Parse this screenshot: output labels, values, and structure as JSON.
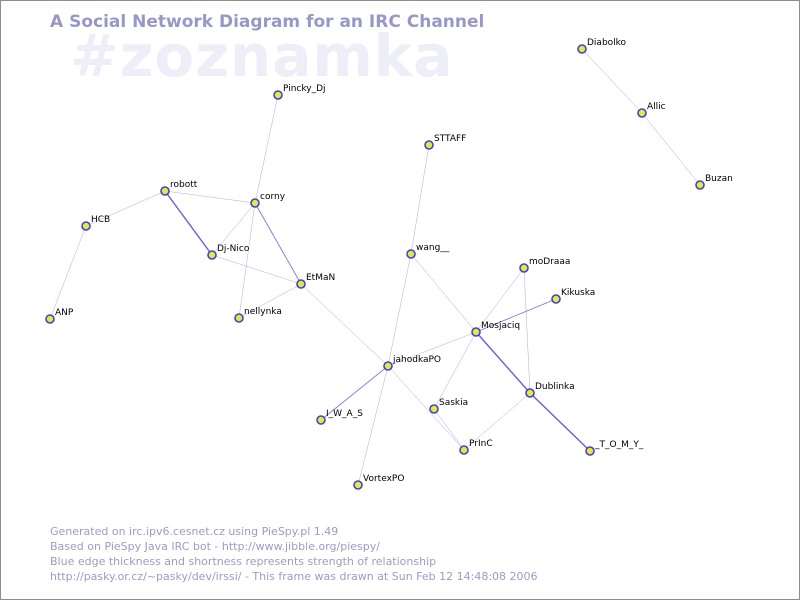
{
  "watermark": "#zoznamka",
  "title": "A Social Network Diagram for an IRC Channel",
  "colors": {
    "node_fill": "#e8e83c",
    "node_stroke": "#4040d8",
    "edge": "#6262d8",
    "title": "#9898c8",
    "watermark": "#eeeef9"
  },
  "nodes": [
    {
      "id": "Diabolko"
    },
    {
      "id": "Allic"
    },
    {
      "id": "Buzan"
    },
    {
      "id": "Pincky_Dj"
    },
    {
      "id": "STTAFF"
    },
    {
      "id": "robott"
    },
    {
      "id": "corny"
    },
    {
      "id": "HCB"
    },
    {
      "id": "Dj-Nico"
    },
    {
      "id": "wang__"
    },
    {
      "id": "moDraaa"
    },
    {
      "id": "EtMaN"
    },
    {
      "id": "Kikuska"
    },
    {
      "id": "ANP"
    },
    {
      "id": "nellynka"
    },
    {
      "id": "Mosjaciq"
    },
    {
      "id": "jahodkaPO"
    },
    {
      "id": "Dublinka"
    },
    {
      "id": "I_W_A_S"
    },
    {
      "id": "Saskia"
    },
    {
      "id": "PrInC"
    },
    {
      "id": "_T_O_M_Y_"
    },
    {
      "id": "VortexPO"
    }
  ],
  "edges": [
    {
      "source": "Diabolko",
      "target": "Allic",
      "strength": 1
    },
    {
      "source": "Allic",
      "target": "Buzan",
      "strength": 1
    },
    {
      "source": "Pincky_Dj",
      "target": "corny",
      "strength": 1
    },
    {
      "source": "robott",
      "target": "corny",
      "strength": 1
    },
    {
      "source": "robott",
      "target": "HCB",
      "strength": 1
    },
    {
      "source": "robott",
      "target": "Dj-Nico",
      "strength": 3
    },
    {
      "source": "HCB",
      "target": "ANP",
      "strength": 1
    },
    {
      "source": "corny",
      "target": "Dj-Nico",
      "strength": 1
    },
    {
      "source": "corny",
      "target": "EtMaN",
      "strength": 2
    },
    {
      "source": "corny",
      "target": "nellynka",
      "strength": 1
    },
    {
      "source": "Dj-Nico",
      "target": "EtMaN",
      "strength": 1
    },
    {
      "source": "EtMaN",
      "target": "nellynka",
      "strength": 1
    },
    {
      "source": "EtMaN",
      "target": "jahodkaPO",
      "strength": 1
    },
    {
      "source": "STTAFF",
      "target": "wang__",
      "strength": 1
    },
    {
      "source": "wang__",
      "target": "jahodkaPO",
      "strength": 1
    },
    {
      "source": "wang__",
      "target": "Mosjaciq",
      "strength": 1
    },
    {
      "source": "moDraaa",
      "target": "Mosjaciq",
      "strength": 1
    },
    {
      "source": "moDraaa",
      "target": "Dublinka",
      "strength": 1
    },
    {
      "source": "Kikuska",
      "target": "Mosjaciq",
      "strength": 2
    },
    {
      "source": "Mosjaciq",
      "target": "jahodkaPO",
      "strength": 1
    },
    {
      "source": "Mosjaciq",
      "target": "Dublinka",
      "strength": 3
    },
    {
      "source": "Mosjaciq",
      "target": "Saskia",
      "strength": 1
    },
    {
      "source": "Dublinka",
      "target": "_T_O_M_Y_",
      "strength": 3
    },
    {
      "source": "Dublinka",
      "target": "PrInC",
      "strength": 1
    },
    {
      "source": "jahodkaPO",
      "target": "I_W_A_S",
      "strength": 2
    },
    {
      "source": "jahodkaPO",
      "target": "PrInC",
      "strength": 1
    },
    {
      "source": "jahodkaPO",
      "target": "VortexPO",
      "strength": 1
    },
    {
      "source": "Saskia",
      "target": "PrInC",
      "strength": 1
    }
  ],
  "footer": {
    "line1": "Generated on irc.ipv6.cesnet.cz using PieSpy.pl 1.49",
    "line2": "Based on PieSpy Java IRC bot - http://www.jibble.org/piespy/",
    "line3": "Blue edge thickness and shortness represents strength of relationship",
    "line4": "http://pasky.or.cz/~pasky/dev/irssi/ - This frame was drawn at Sun Feb 12 14:48:08 2006"
  }
}
